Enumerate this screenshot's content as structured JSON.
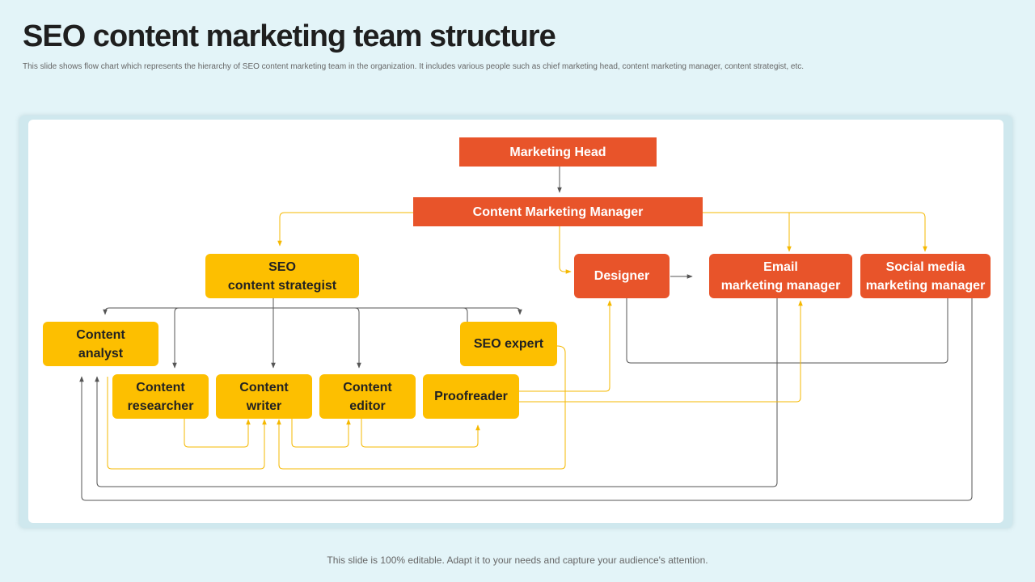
{
  "title": "SEO content marketing team structure",
  "subtitle": "This slide shows flow chart which represents the hierarchy of SEO content marketing team in the organization. It includes various people such as chief marketing head, content marketing manager, content strategist, etc.",
  "footer": "This slide is 100% editable. Adapt it to your needs and capture your audience's attention.",
  "colors": {
    "orange": "#e8542a",
    "yellow": "#fdbf00",
    "connector_dark": "#555555",
    "connector_yellow": "#f5b800",
    "background": "#e3f4f8"
  },
  "nodes": {
    "marketing_head": "Marketing Head",
    "content_marketing_manager": "Content Marketing Manager",
    "seo_content_strategist": "SEO\ncontent strategist",
    "designer": "Designer",
    "email_marketing_manager": "Email\nmarketing manager",
    "social_media_marketing_manager": "Social media\nmarketing manager",
    "content_analyst": "Content\nanalyst",
    "seo_expert": "SEO expert",
    "content_researcher": "Content\nresearcher",
    "content_writer": "Content\nwriter",
    "content_editor": "Content\neditor",
    "proofreader": "Proofreader"
  }
}
